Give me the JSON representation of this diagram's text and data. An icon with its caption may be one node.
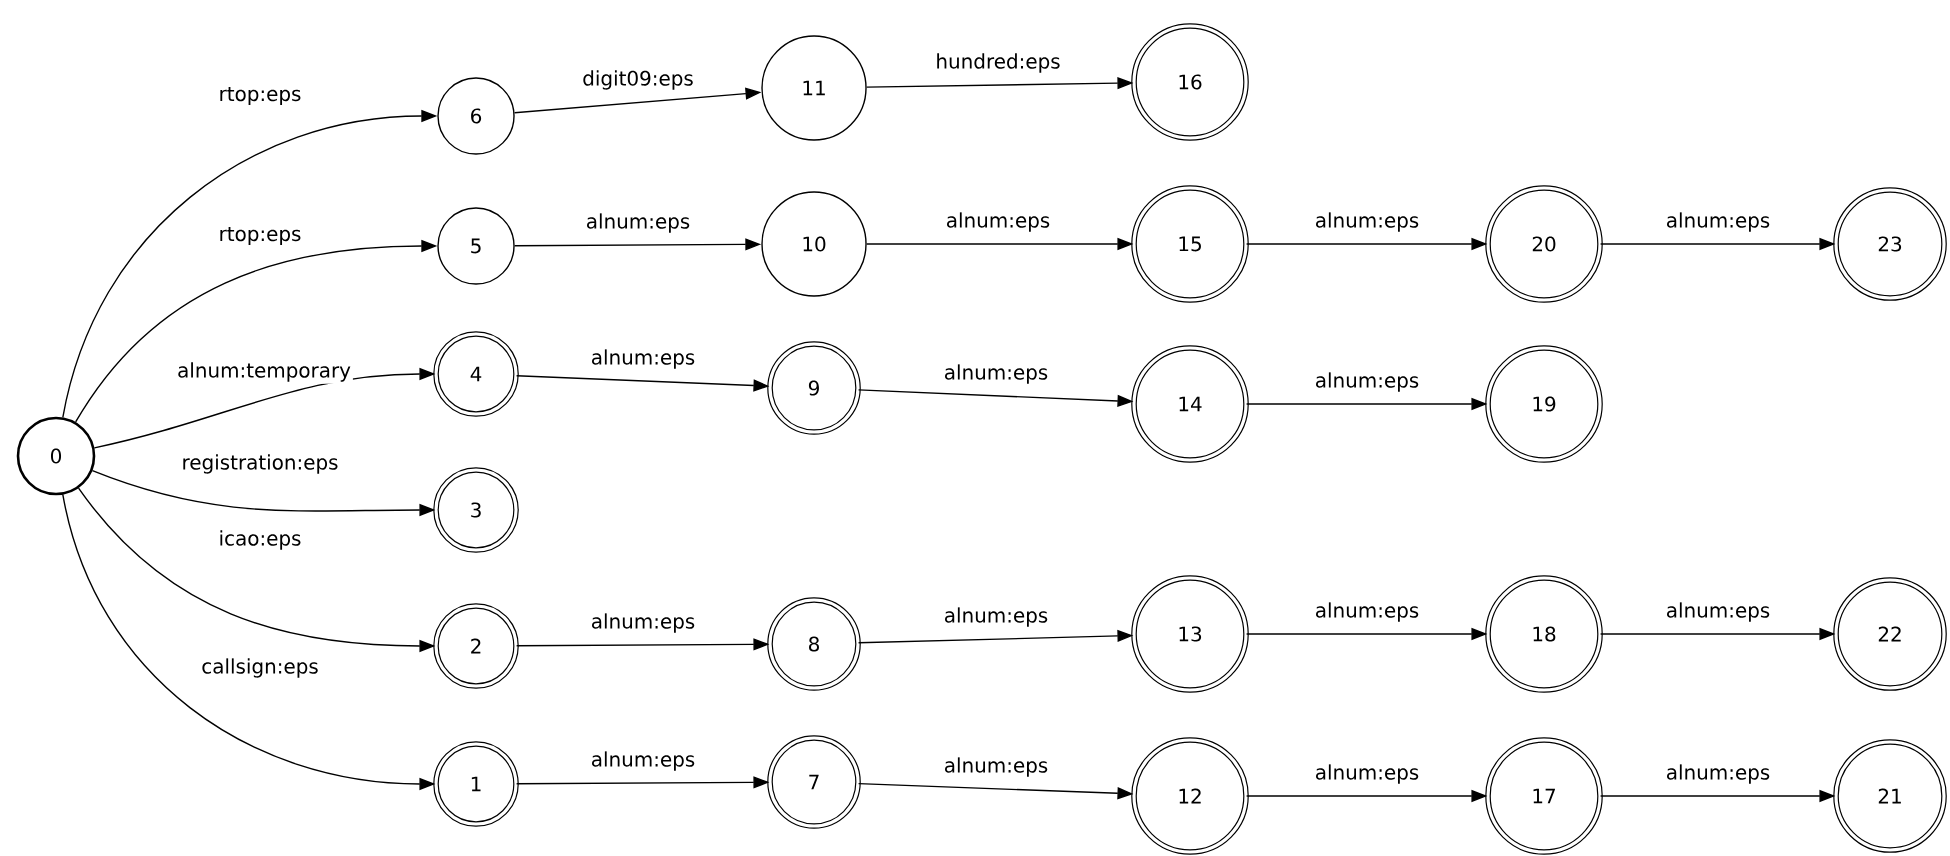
{
  "diagram": {
    "nodes": [
      {
        "text": [
          "0"
        ]
      },
      {
        "text": [
          "1"
        ]
      },
      {
        "text": [
          "2"
        ]
      },
      {
        "text": [
          "3"
        ]
      },
      {
        "text": [
          "4"
        ]
      },
      {
        "text": [
          "5"
        ]
      },
      {
        "text": [
          "6"
        ]
      },
      {
        "text": [
          "7"
        ]
      },
      {
        "text": [
          "8"
        ]
      },
      {
        "text": [
          "9"
        ]
      },
      {
        "text": [
          "10"
        ]
      },
      {
        "text": [
          "11"
        ]
      },
      {
        "text": [
          "12"
        ]
      },
      {
        "text": [
          "13"
        ]
      },
      {
        "text": [
          "14"
        ]
      },
      {
        "text": [
          "15"
        ]
      },
      {
        "text": [
          "16"
        ]
      },
      {
        "text": [
          "17"
        ]
      },
      {
        "text": [
          "18"
        ]
      },
      {
        "text": [
          "19"
        ]
      },
      {
        "text": [
          "20"
        ]
      },
      {
        "text": [
          "21"
        ]
      },
      {
        "text": [
          "22"
        ]
      },
      {
        "text": [
          "23"
        ]
      }
    ],
    "edges": [
      {
        "from": 0,
        "to": 6,
        "arrow": "to",
        "label": "rtop:eps"
      },
      {
        "from": 0,
        "to": 5,
        "arrow": "to",
        "label": "rtop:eps"
      },
      {
        "from": 0,
        "to": 4,
        "arrow": "to",
        "label": "alnum:temporary"
      },
      {
        "from": 0,
        "to": 3,
        "arrow": "to",
        "label": "registration:eps"
      },
      {
        "from": 0,
        "to": 2,
        "arrow": "to",
        "label": "icao:eps"
      },
      {
        "from": 0,
        "to": 1,
        "arrow": "to",
        "label": "callsign:eps"
      },
      {
        "from": 6,
        "to": 11,
        "arrow": "to",
        "label": "digit09:eps"
      },
      {
        "from": 11,
        "to": 16,
        "arrow": "to",
        "label": "hundred:eps"
      },
      {
        "from": 5,
        "to": 10,
        "arrow": "to",
        "label": "alnum:eps"
      },
      {
        "from": 10,
        "to": 15,
        "arrow": "to",
        "label": "alnum:eps"
      },
      {
        "from": 15,
        "to": 20,
        "arrow": "to",
        "label": "alnum:eps"
      },
      {
        "from": 20,
        "to": 23,
        "arrow": "to",
        "label": "alnum:eps"
      },
      {
        "from": 4,
        "to": 9,
        "arrow": "to",
        "label": "alnum:eps"
      },
      {
        "from": 9,
        "to": 14,
        "arrow": "to",
        "label": "alnum:eps"
      },
      {
        "from": 14,
        "to": 19,
        "arrow": "to",
        "label": "alnum:eps"
      },
      {
        "from": 2,
        "to": 8,
        "arrow": "to",
        "label": "alnum:eps"
      },
      {
        "from": 8,
        "to": 13,
        "arrow": "to",
        "label": "alnum:eps"
      },
      {
        "from": 13,
        "to": 18,
        "arrow": "to",
        "label": "alnum:eps"
      },
      {
        "from": 18,
        "to": 22,
        "arrow": "to",
        "label": "alnum:eps"
      },
      {
        "from": 1,
        "to": 7,
        "arrow": "to",
        "label": "alnum:eps"
      },
      {
        "from": 7,
        "to": 12,
        "arrow": "to",
        "label": "alnum:eps"
      },
      {
        "from": 12,
        "to": 17,
        "arrow": "to",
        "label": "alnum:eps"
      },
      {
        "from": 17,
        "to": 21,
        "arrow": "to",
        "label": "alnum:eps"
      }
    ]
  }
}
